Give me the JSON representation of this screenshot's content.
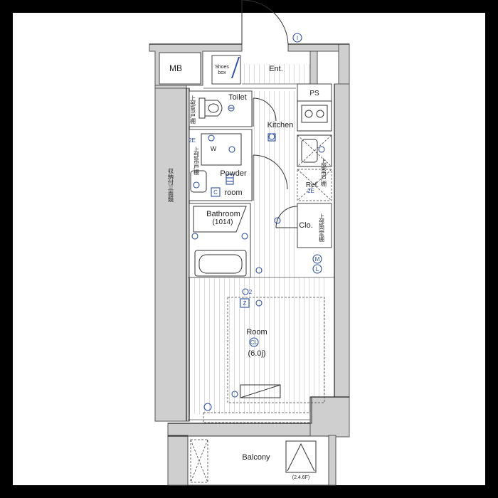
{
  "rooms": {
    "mb": "MB",
    "shoes_box_1": "Shoes",
    "shoes_box_2": "box",
    "entrance": "Ent.",
    "ps": "PS",
    "toilet": "Toilet",
    "kitchen": "Kitchen",
    "w": "W",
    "powder_1": "Powder",
    "powder_2": "room",
    "refrigerator": "Ref.",
    "closet": "Clo.",
    "bathroom": "Bathroom",
    "bathroom_size": "(1014)",
    "room": "Room",
    "room_size": "(6.0j)",
    "balcony": "Balcony",
    "balcony_note": "(2.4.6F)"
  },
  "vertical_labels": {
    "storage_mirror": "収納付三面鏡",
    "upper_cabinet_toilet": "上部吊戸棚",
    "upper_cabinet_laundry": "上部吊戸棚",
    "upper_cabinet_kitchen": "上部吊戸棚",
    "upper_fixed_shelf": "上部固定棚"
  },
  "symbols": {
    "intercom": "I",
    "ceiling_light": "CL",
    "switch": "C",
    "junction": "Z",
    "m": "M",
    "l": "L",
    "small_2e": "2E",
    "small_2": "2"
  },
  "colors": {
    "background": "#000000",
    "paper": "#ffffff",
    "wall": "#cfcfcf",
    "wall_stroke": "#555555",
    "floor_lines": "#dcdcdc",
    "equipment": "#2a4fa8"
  }
}
